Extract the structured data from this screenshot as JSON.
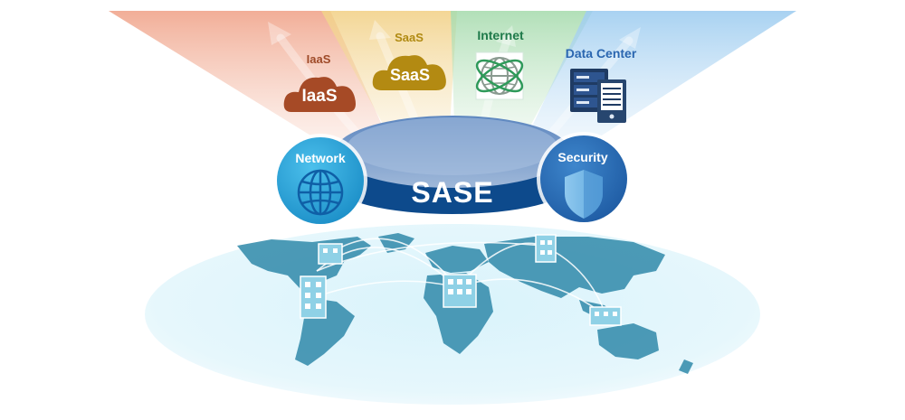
{
  "center": {
    "label": "SASE"
  },
  "nodes": {
    "network": {
      "label": "Network",
      "icon": "globe-icon"
    },
    "security": {
      "label": "Security",
      "icon": "shield-icon"
    }
  },
  "destinations": {
    "iaas": {
      "label": "IaaS",
      "cloud_text": "IaaS",
      "icon": "cloud-icon",
      "color": "#9e4a28"
    },
    "saas": {
      "label": "SaaS",
      "cloud_text": "SaaS",
      "icon": "cloud-icon",
      "color": "#b08a12"
    },
    "internet": {
      "label": "Internet",
      "icon": "globe-orbit-icon",
      "color": "#1f7a4a"
    },
    "data_center": {
      "label": "Data Center",
      "icon": "server-rack-icon",
      "color": "#2a66b0"
    }
  },
  "colors": {
    "sase_ring": "#0d4a8c",
    "network_circle": "#2aa8dc",
    "security_circle": "#2a6fb8",
    "map_land": "#3a8fae",
    "map_base": "#e4f6fc"
  }
}
